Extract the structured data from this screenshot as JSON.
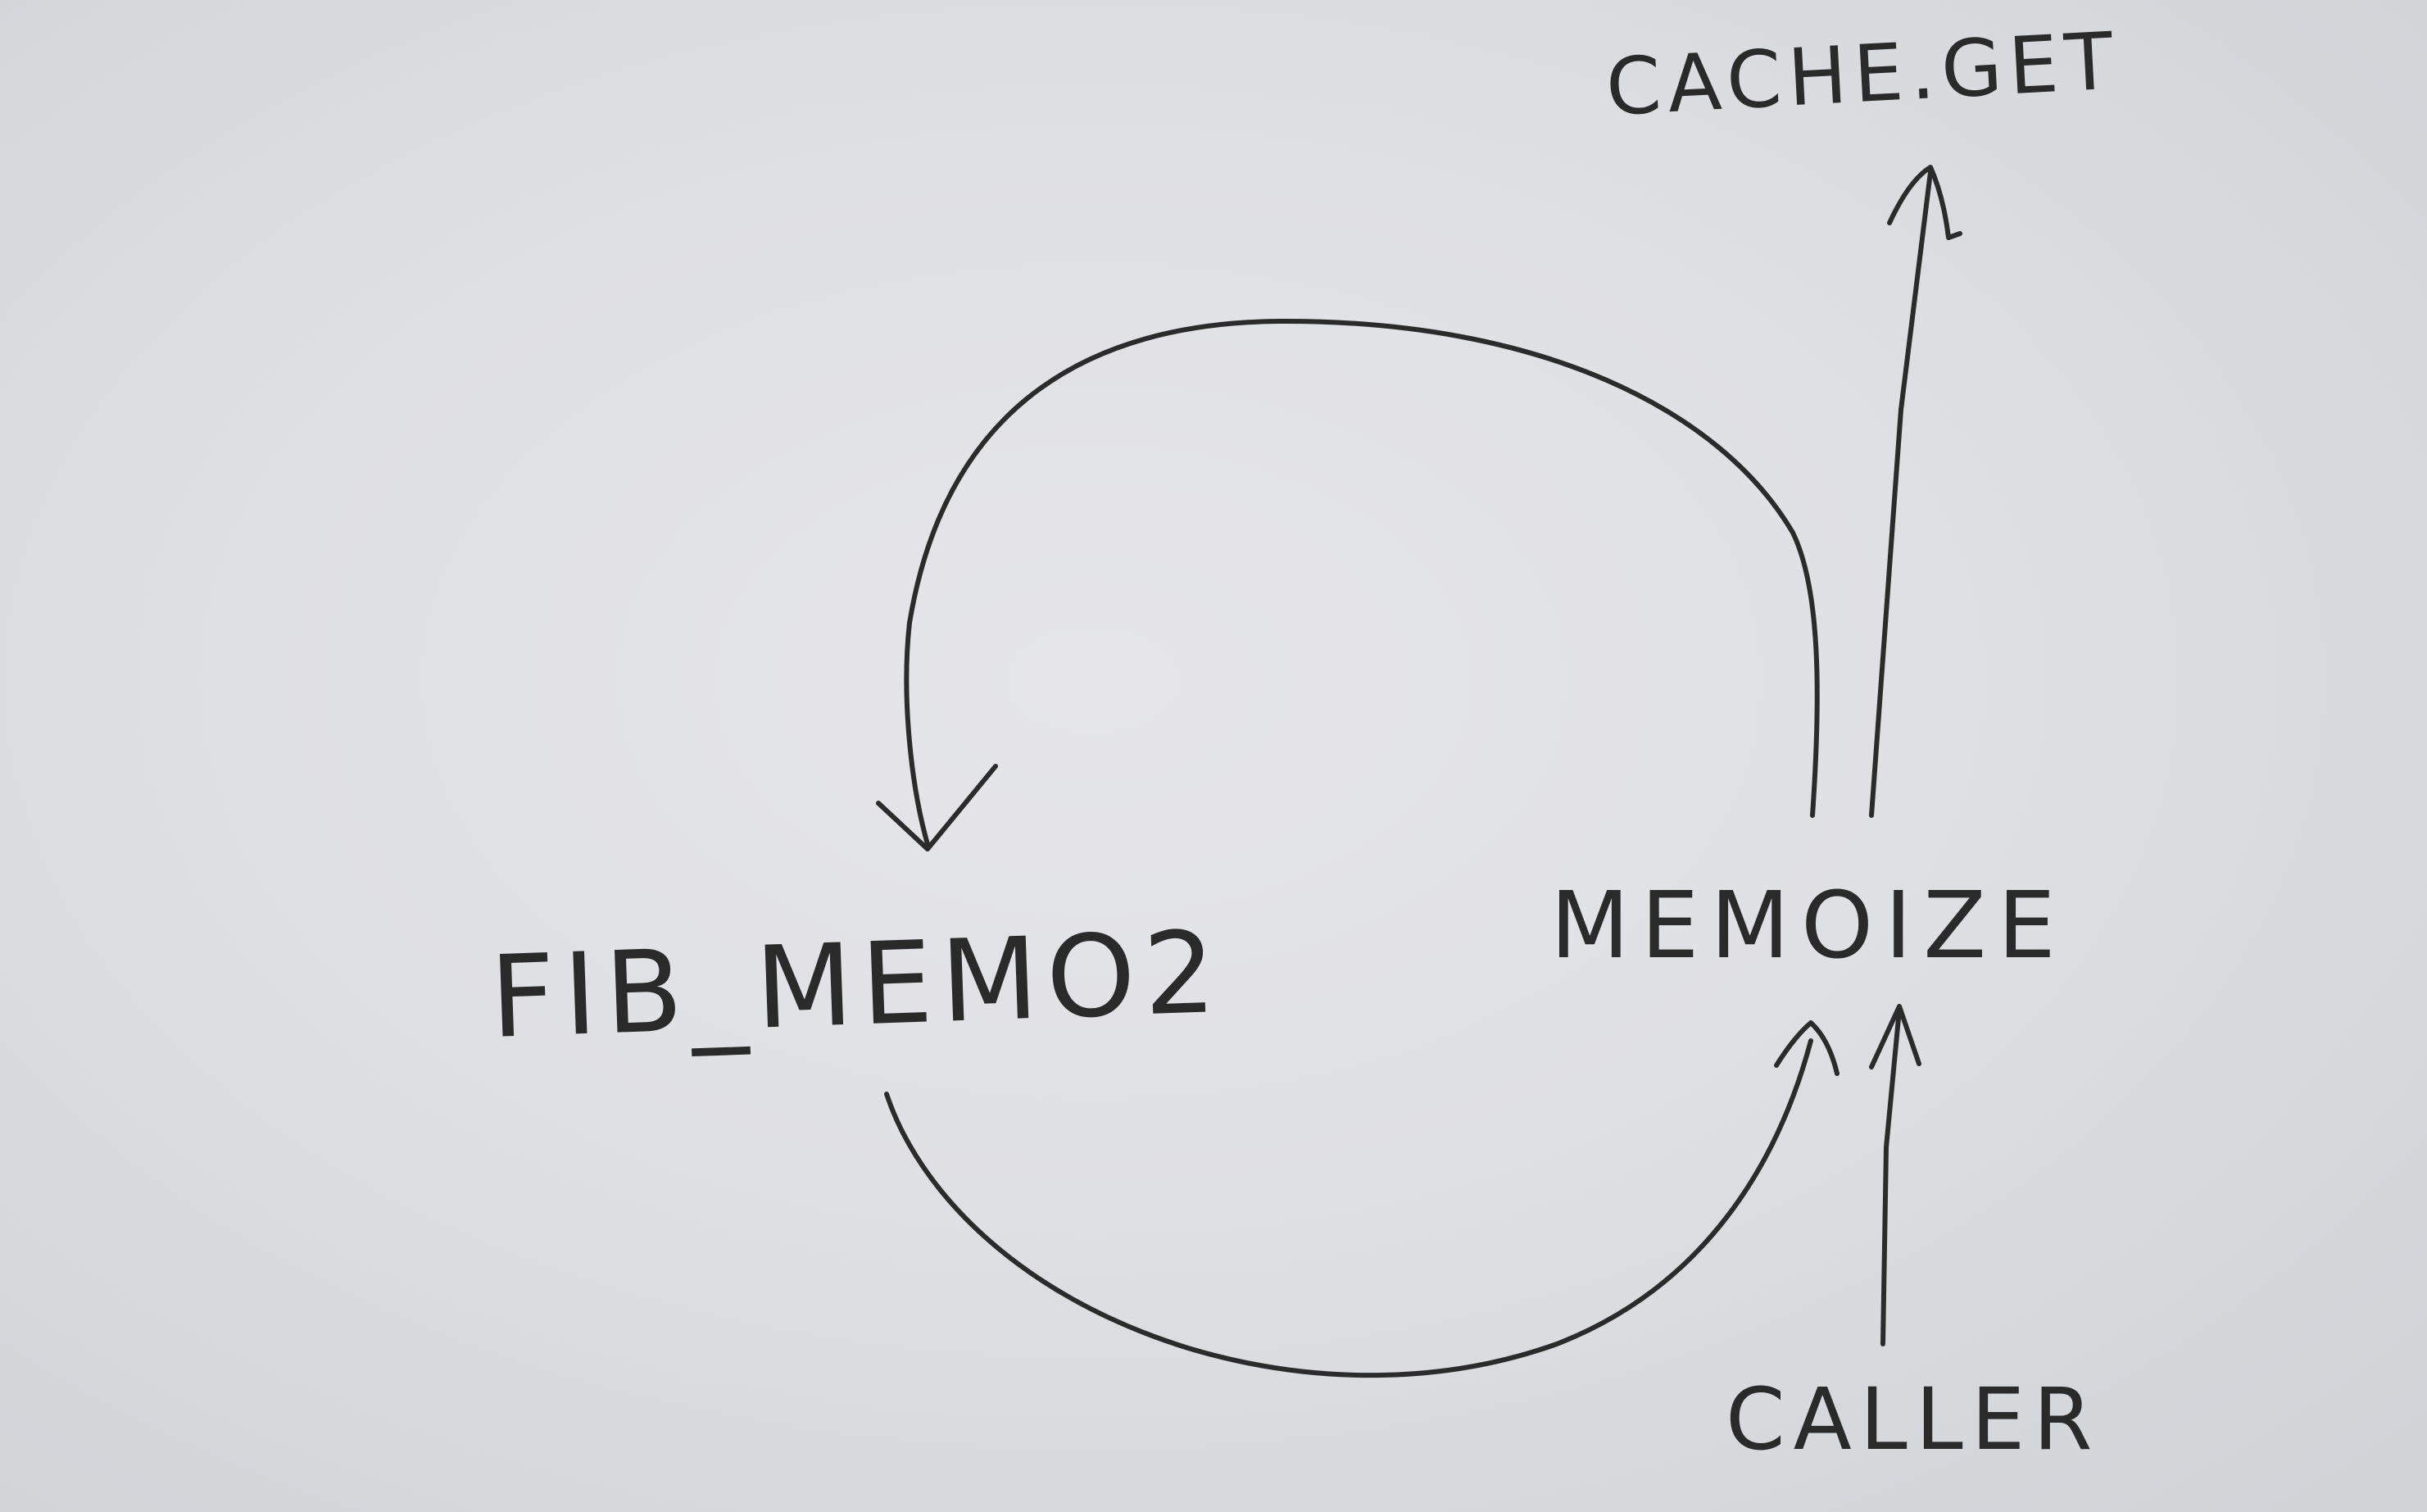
{
  "diagram": {
    "nodes": {
      "fib_memo2": {
        "label": "FIB_MEMO2"
      },
      "memoize": {
        "label": "MEMOIZE"
      },
      "cache_get": {
        "label": "CACHE.GET"
      },
      "caller": {
        "label": "CALLER"
      }
    },
    "edges": [
      {
        "from": "memoize",
        "to": "fib_memo2",
        "style": "curved-arrow-top"
      },
      {
        "from": "fib_memo2",
        "to": "memoize",
        "style": "curved-arrow-bottom"
      },
      {
        "from": "memoize",
        "to": "cache_get",
        "style": "straight-arrow"
      },
      {
        "from": "caller",
        "to": "memoize",
        "style": "straight-arrow"
      }
    ],
    "ink_color": "#2b2b2b",
    "background_color": "#e2e3e7"
  }
}
